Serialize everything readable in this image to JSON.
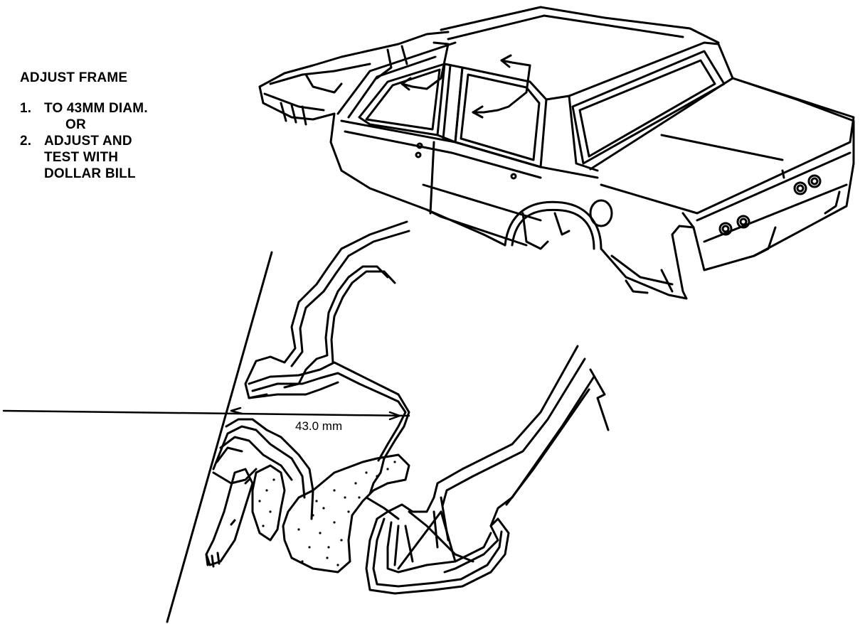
{
  "instructions": {
    "title": "ADJUST FRAME",
    "items": [
      {
        "number": "1.",
        "lines": [
          "TO 43MM DIAM."
        ]
      },
      {
        "separator": "OR"
      },
      {
        "number": "2.",
        "lines": [
          "ADJUST AND",
          "TEST WITH",
          "DOLLAR BILL"
        ]
      }
    ]
  },
  "dimension": {
    "label": "43.0 mm"
  },
  "colors": {
    "ink": "#000000",
    "paper": "#ffffff"
  }
}
